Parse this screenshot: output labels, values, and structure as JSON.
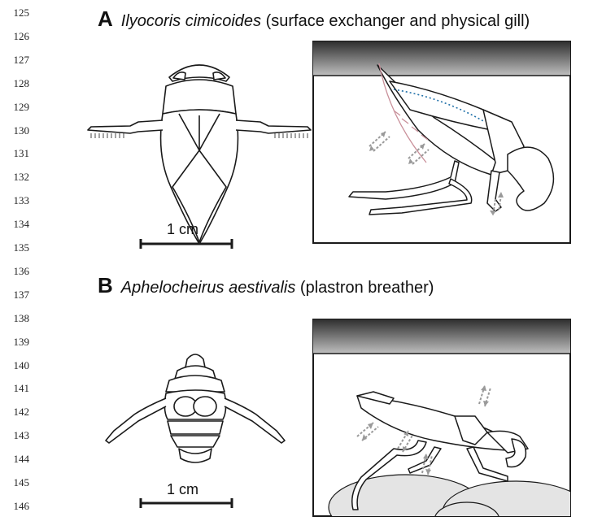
{
  "line_numbers": [
    "125",
    "126",
    "127",
    "128",
    "129",
    "130",
    "131",
    "132",
    "133",
    "134",
    "135",
    "136",
    "137",
    "138",
    "139",
    "140",
    "141",
    "142",
    "143",
    "144",
    "145",
    "146"
  ],
  "panel_a": {
    "letter": "A",
    "species": "Ilyocoris cimicoides",
    "description": "(surface exchanger and physical gill)",
    "scale_label": "1 cm"
  },
  "panel_b": {
    "letter": "B",
    "species": "Aphelocheirus aestivalis",
    "description": "(plastron breather)",
    "scale_label": "1 cm"
  },
  "colors": {
    "line": "#1a1a1a",
    "water_dark": "#3a3a3a",
    "arrow_grey": "#9a9a9a",
    "bubble_blue": "#1e6fa8",
    "pink": "#c9909a",
    "pebble": "#e4e4e4"
  }
}
